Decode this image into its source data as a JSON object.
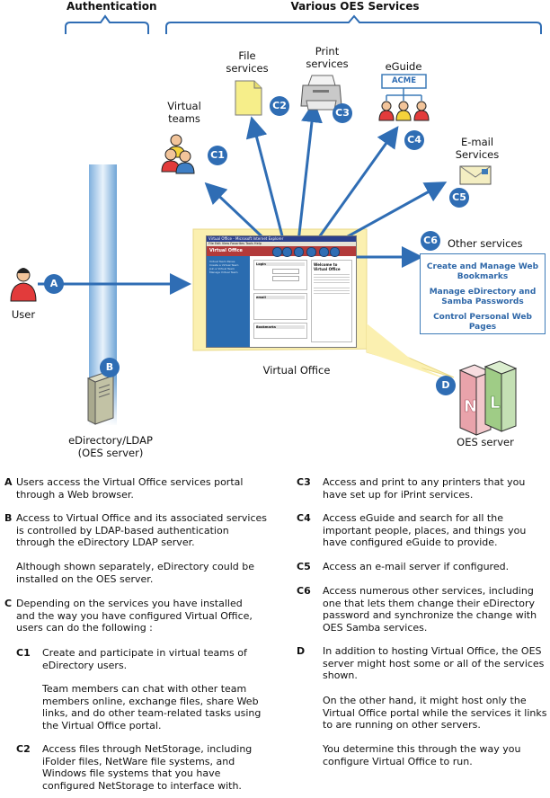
{
  "headers": {
    "authentication": "Authentication",
    "services": "Various OES Services"
  },
  "nodes": {
    "user": "User",
    "virtual_teams": "Virtual\nteams",
    "file_services": "File\nservices",
    "print_services": "Print\nservices",
    "eguide": "eGuide",
    "acme": "ACME",
    "email_services": "E-mail\nServices",
    "other_services": "Other services",
    "virtual_office": "Virtual Office",
    "edirectory": "eDirectory/LDAP\n(OES server)",
    "oes_server": "OES server"
  },
  "badges": {
    "a": "A",
    "b": "B",
    "c1": "C1",
    "c2": "C2",
    "c3": "C3",
    "c4": "C4",
    "c5": "C5",
    "c6": "C6",
    "d": "D"
  },
  "other_services_links": [
    "Create and Manage Web\nBookmarks",
    "Manage eDirectory and\nSamba Passwords",
    "Control Personal Web Pages"
  ],
  "portal": {
    "title": "Virtual Office - Microsoft Internet Explorer",
    "menu": "File  Edit  View  Favorites  Tools  Help",
    "logo": "Virtual Office",
    "left_panel": "Virtual Team Panes\nCreate a Virtual Team\nJoin a Virtual Team\nManage Virtual Team",
    "login_label": "Login",
    "welcome_title": "Welcome to Virtual Office",
    "email_label": "email",
    "bookmarks_label": "Bookmarks"
  },
  "descriptions": {
    "a_key": "A",
    "a_text": "Users access the Virtual Office services portal\nthrough a Web browser.",
    "b_key": "B",
    "b_text1": "Access to Virtual Office and its associated services\nis controlled by LDAP-based authentication\nthrough the eDirectory LDAP server.",
    "b_text2": "Although shown separately, eDirectory could be\ninstalled on the OES server.",
    "c_key": "C",
    "c_text": "Depending on the services you have installed\nand the way you have configured Virtual Office,\nusers can do the following :",
    "c1_key": "C1",
    "c1_text1": "Create and participate in virtual teams of\neDirectory users.",
    "c1_text2": "Team members can chat with other team\nmembers online, exchange files, share Web\nlinks, and do other team-related tasks using\nthe Virtual Office portal.",
    "c2_key": "C2",
    "c2_text": "Access files through NetStorage, including\niFolder files, NetWare file systems, and\nWindows file systems that you have\nconfigured NetStorage to interface with.",
    "c3_key": "C3",
    "c3_text": "Access and print to any printers that you\nhave set up for iPrint services.",
    "c4_key": "C4",
    "c4_text": "Access eGuide and search for all the\nimportant people, places, and things you\nhave configured eGuide to provide.",
    "c5_key": "C5",
    "c5_text": "Access an e-mail server if configured.",
    "c6_key": "C6",
    "c6_text": "Access numerous other services, including\none that lets them change their eDirectory\npassword and synchronize the change with\nOES Samba services.",
    "d_key": "D",
    "d_text1": "In addition to hosting Virtual Office, the OES\nserver might host some or all of the services\nshown.",
    "d_text2": "On the other hand, it might host only the\nVirtual Office portal while the services it links\nto are running on other servers.",
    "d_text3": "You determine this through the way you\nconfigure Virtual Office to run."
  }
}
